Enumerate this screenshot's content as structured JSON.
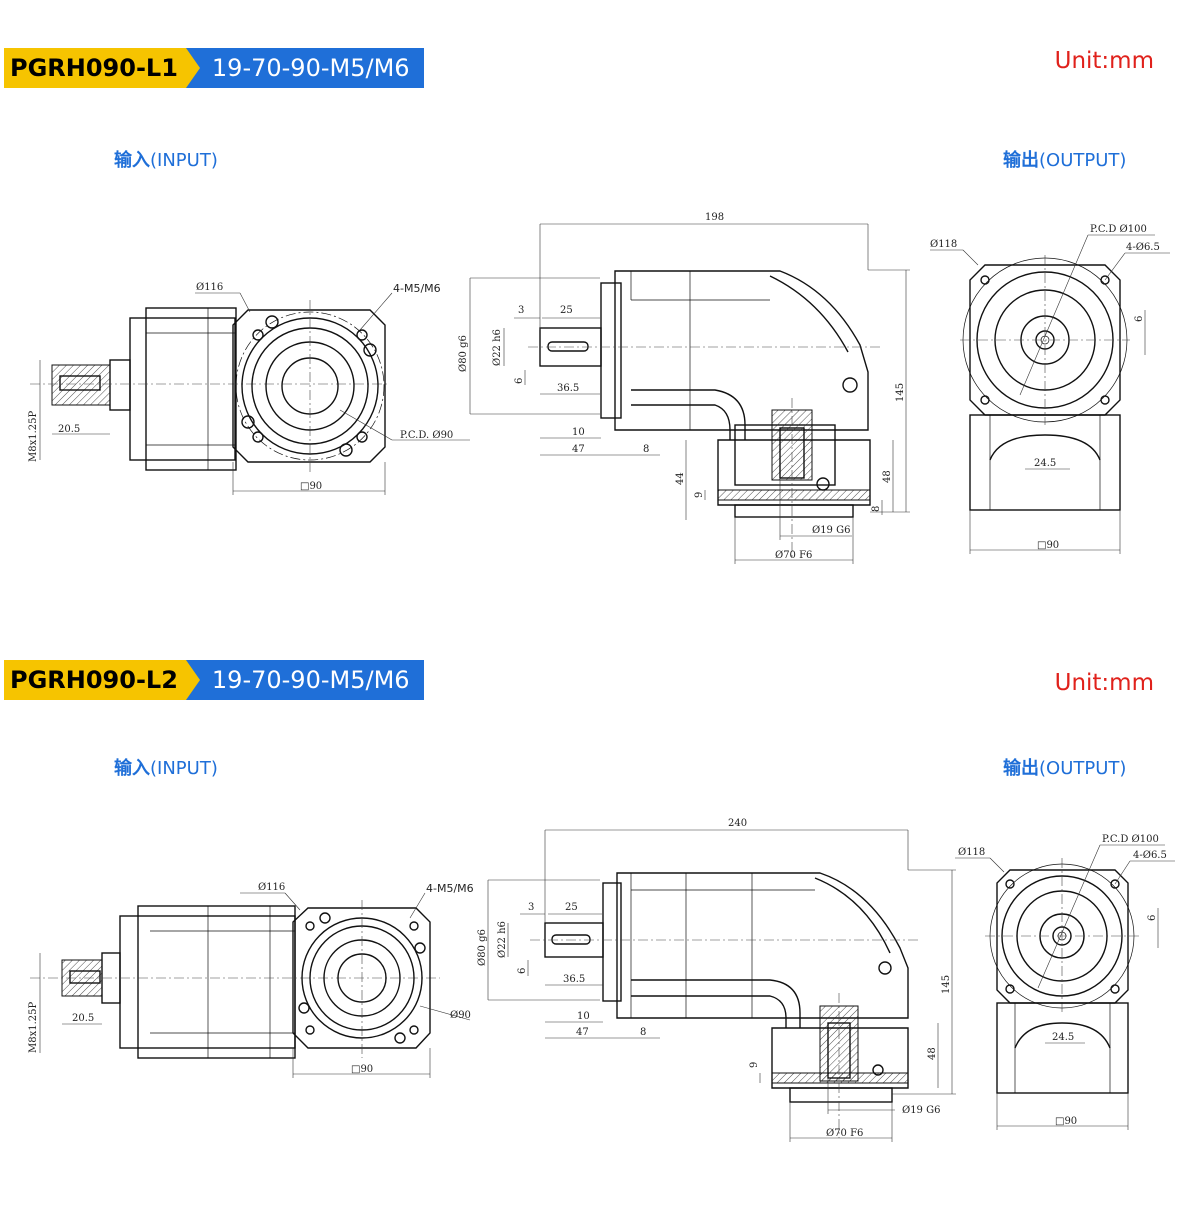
{
  "sections": [
    {
      "model": "PGRH090-L1",
      "spec": "19-70-90-M5/M6",
      "unit": "Unit:mm",
      "input_label_cn": "输入",
      "input_label_en": "(INPUT)",
      "output_label_cn": "输出",
      "output_label_en": "(OUTPUT)",
      "dims": {
        "d116": "Ø116",
        "hole": "4-M5/M6",
        "m8": "M8x1.25P",
        "d20_5": "20.5",
        "pcd90": "P.C.D. Ø90",
        "sq90": "□90",
        "d198": "198",
        "d3": "3",
        "d25": "25",
        "d80": "Ø80 g6",
        "d22": "Ø22 h6",
        "d6": "6",
        "d36_5": "36.5",
        "d10": "10",
        "d47": "47",
        "d8": "8",
        "d145": "145",
        "d44": "44",
        "d9": "9",
        "d48": "48",
        "d8b": "8",
        "d19": "Ø19 G6",
        "d70": "Ø70 F6",
        "d118": "Ø118",
        "pcd100": "P.C.D Ø100",
        "hole65": "4-Ø6.5",
        "d6b": "6",
        "d24_5": "24.5",
        "sq90b": "□90"
      }
    },
    {
      "model": "PGRH090-L2",
      "spec": "19-70-90-M5/M6",
      "unit": "Unit:mm",
      "input_label_cn": "输入",
      "input_label_en": "(INPUT)",
      "output_label_cn": "输出",
      "output_label_en": "(OUTPUT)",
      "dims": {
        "d116": "Ø116",
        "hole": "4-M5/M6",
        "m8": "M8x1.25P",
        "d20_5": "20.5",
        "pcd90": "Ø90",
        "sq90": "□90",
        "d240": "240",
        "d3": "3",
        "d25": "25",
        "d80": "Ø80 g6",
        "d22": "Ø22 h6",
        "d6": "6",
        "d36_5": "36.5",
        "d10": "10",
        "d47": "47",
        "d8": "8",
        "d145": "145",
        "d9": "9",
        "d48": "48",
        "d19": "Ø19 G6",
        "d70": "Ø70 F6",
        "d118": "Ø118",
        "pcd100": "P.C.D Ø100",
        "hole65": "4-Ø6.5",
        "d6b": "6",
        "d24_5": "24.5",
        "sq90b": "□90"
      }
    }
  ]
}
